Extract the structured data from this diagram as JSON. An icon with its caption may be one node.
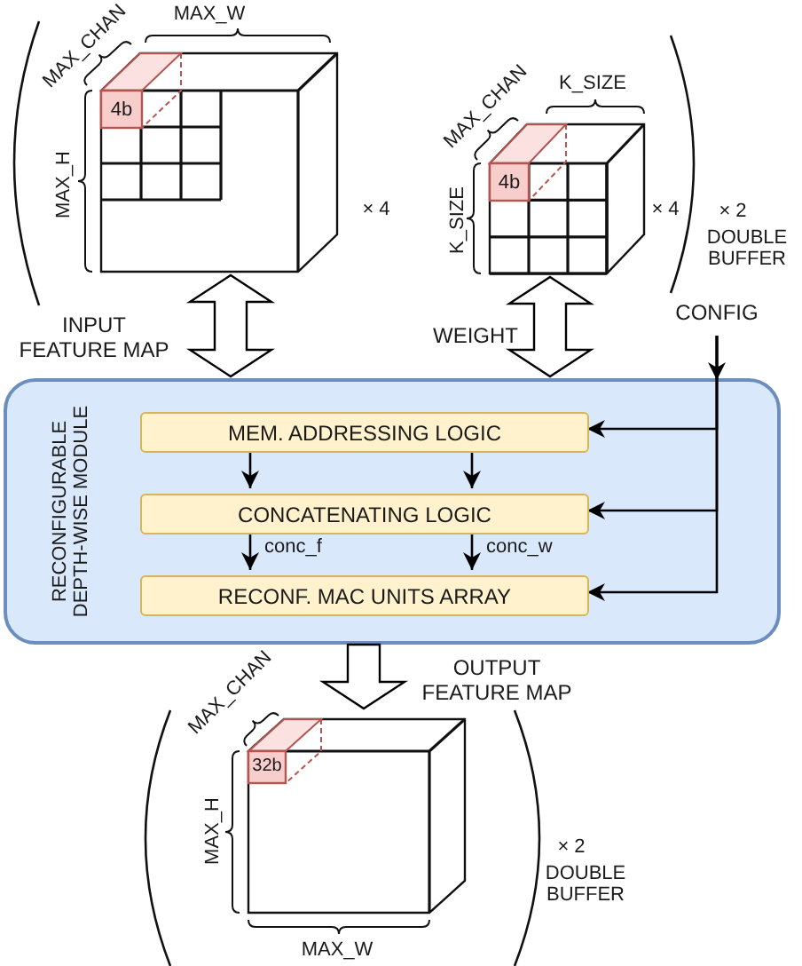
{
  "diagram": {
    "nodes": [
      {
        "text": [
          "RECONFIGURABLE DEPTH-WISE MODULE"
        ]
      },
      {
        "text": [
          "MEM. ADDRESSING LOGIC"
        ],
        "in": 0
      },
      {
        "text": [
          "CONCATENATING LOGIC"
        ],
        "in": 0
      },
      {
        "text": [
          "RECONF. MAC UNITS ARRAY"
        ],
        "in": 0
      },
      {
        "text": [
          "4b"
        ]
      },
      {
        "text": [
          "4b"
        ]
      },
      {
        "text": [
          "CONFIG"
        ]
      },
      {
        "text": [
          "32b"
        ]
      }
    ],
    "edges": [
      {
        "from": 4,
        "to": 0,
        "arrow": "both",
        "label": "INPUT FEATURE MAP",
        "style": "thick"
      },
      {
        "from": 5,
        "to": 0,
        "arrow": "both",
        "label": "WEIGHT",
        "style": "thick"
      },
      {
        "from": 6,
        "to": 0,
        "arrow": "to"
      },
      {
        "from": 6,
        "to": 1,
        "arrow": "to"
      },
      {
        "from": 6,
        "to": 2,
        "arrow": "to"
      },
      {
        "from": 6,
        "to": 3,
        "arrow": "to"
      },
      {
        "from": 1,
        "to": 2,
        "arrow": "to"
      },
      {
        "from": 1,
        "to": 2,
        "arrow": "to"
      },
      {
        "from": 2,
        "to": 3,
        "arrow": "to",
        "label": "conc_f"
      },
      {
        "from": 2,
        "to": 3,
        "arrow": "to",
        "label": "conc_w"
      },
      {
        "from": 0,
        "to": 7,
        "arrow": "to",
        "label": "OUTPUT FEATURE MAP",
        "style": "thick"
      }
    ],
    "labels": [
      "MAX_CHAN",
      "MAX_W",
      "MAX_CHAN",
      "K_SIZE",
      "MAX_H",
      "K_SIZE",
      "× 4",
      "× 4",
      "× 2",
      "DOUBLE BUFFER",
      "MAX_CHAN",
      "MAX_H",
      "× 2",
      "DOUBLE BUFFER",
      "MAX_W"
    ]
  }
}
